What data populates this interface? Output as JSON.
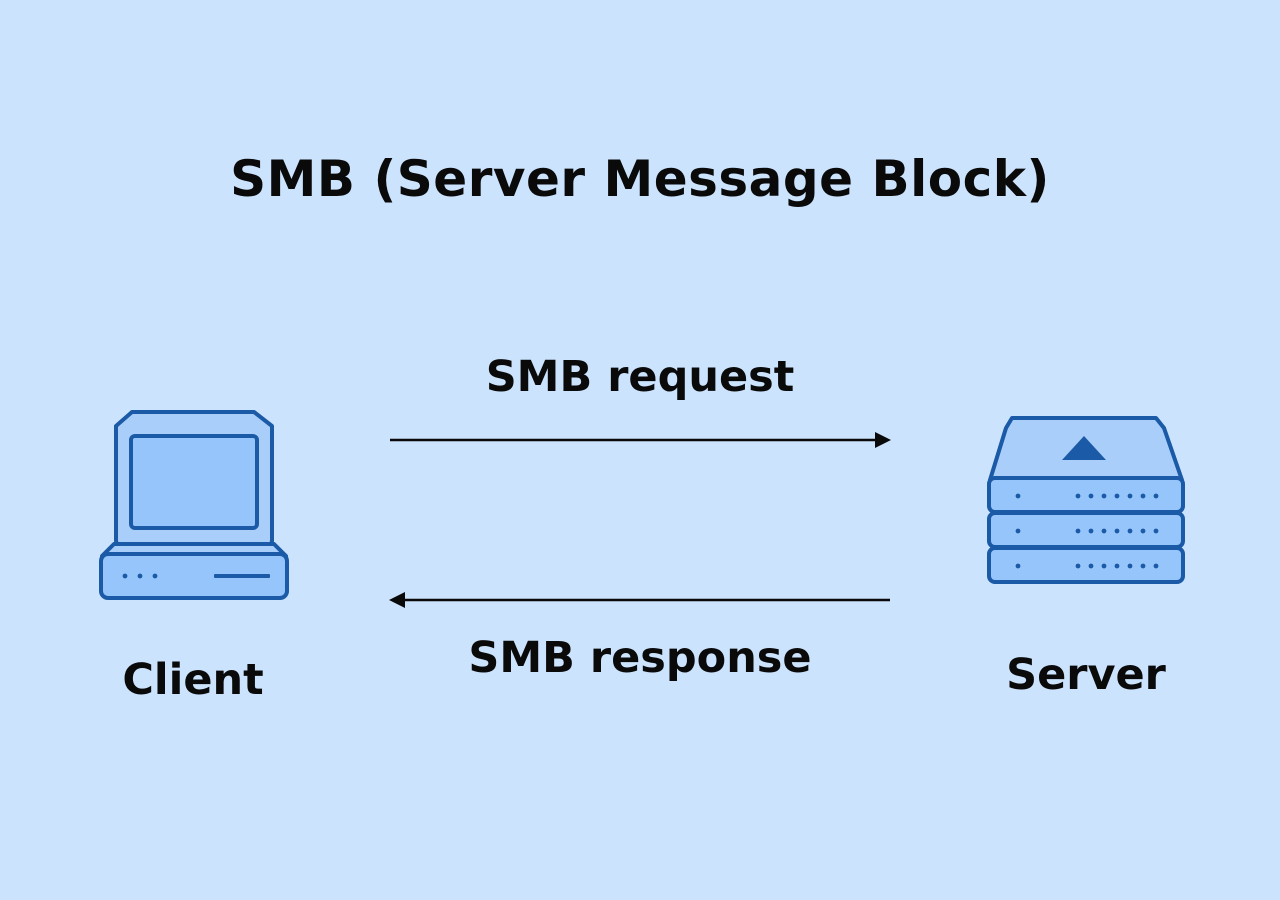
{
  "title": "SMB (Server Message Block)",
  "request_label": "SMB request",
  "response_label": "SMB response",
  "client_label": "Client",
  "server_label": "Server",
  "colors": {
    "background": "#cce3fd",
    "icon_stroke": "#1b5aa6",
    "icon_fill_light": "#a9cefa",
    "icon_fill": "#96c5fb",
    "text": "#0a0a0a"
  },
  "icons": {
    "client": "desktop-computer-icon",
    "server": "server-stack-icon"
  }
}
